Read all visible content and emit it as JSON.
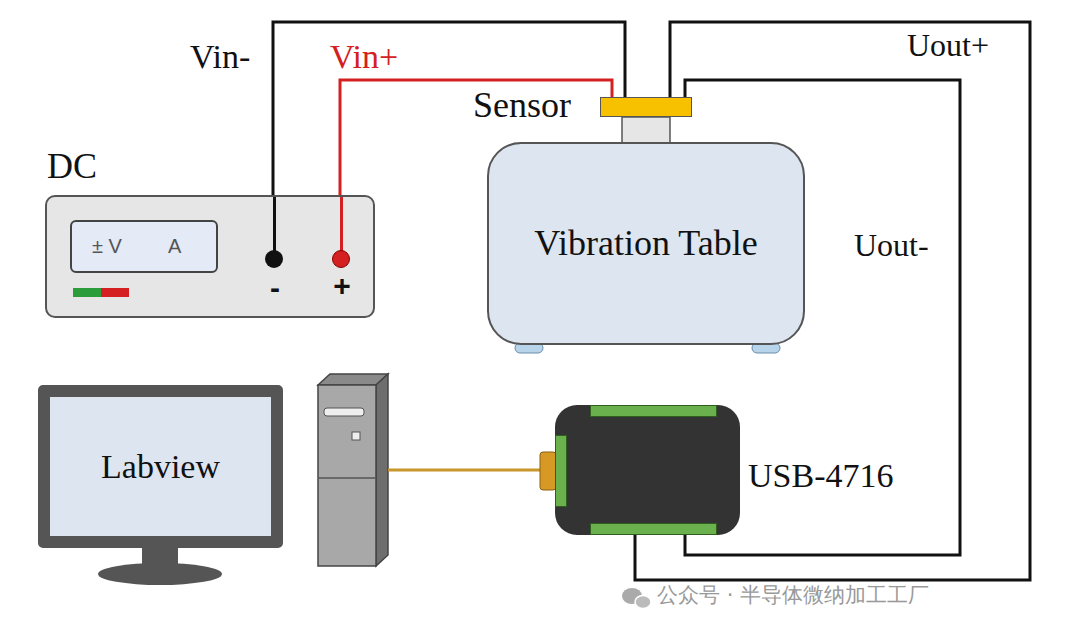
{
  "diagram": {
    "nodes": [
      {
        "text": [
          "DC",
          "-",
          "+"
        ]
      },
      {
        "text": [
          "± V",
          "A"
        ],
        "in": 0
      },
      {
        "text": [
          "Sensor"
        ]
      },
      {
        "text": [
          "Vibration Table"
        ]
      },
      {
        "text": [
          "Labview"
        ]
      },
      {
        "text": [
          "USB-4716"
        ]
      }
    ],
    "edges": [
      {
        "from": 0,
        "to": 2,
        "arrow": "none",
        "label": "Vin-"
      },
      {
        "from": 0,
        "to": 2,
        "arrow": "none",
        "label": "Vin+"
      },
      {
        "from": 2,
        "to": 5,
        "arrow": "none",
        "label": "Uout+"
      },
      {
        "from": 2,
        "to": 5,
        "arrow": "none",
        "label": "Uout-"
      }
    ],
    "labels": [
      "公众号 · 半导体微纳加工工厂"
    ]
  }
}
